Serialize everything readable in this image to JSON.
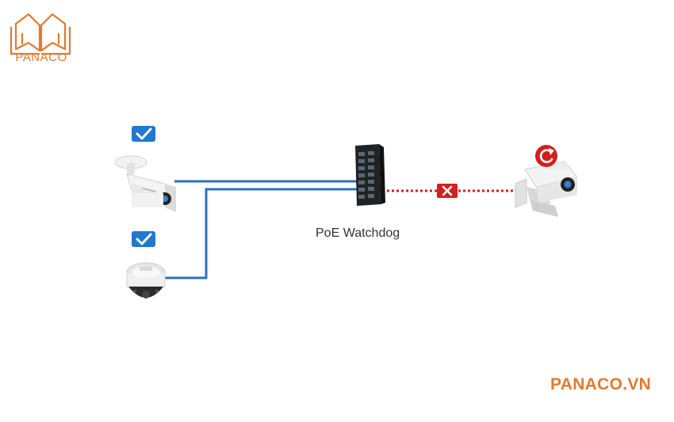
{
  "brand": {
    "logo_text": "PANACO",
    "url_text": "PANACO.VN",
    "color": "#e07a2e"
  },
  "diagram": {
    "switch_label": "PoE Watchdog",
    "link_color": "#2f6fc0",
    "fault_color": "#d0201f",
    "check_color": "#1f78d1",
    "nodes": [
      {
        "icon": "bullet-camera-icon",
        "status": "ok"
      },
      {
        "icon": "dome-camera-icon",
        "status": "ok"
      },
      {
        "icon": "network-switch-icon",
        "status": "active"
      },
      {
        "icon": "bullet-camera-icon",
        "status": "rebooting"
      }
    ]
  }
}
